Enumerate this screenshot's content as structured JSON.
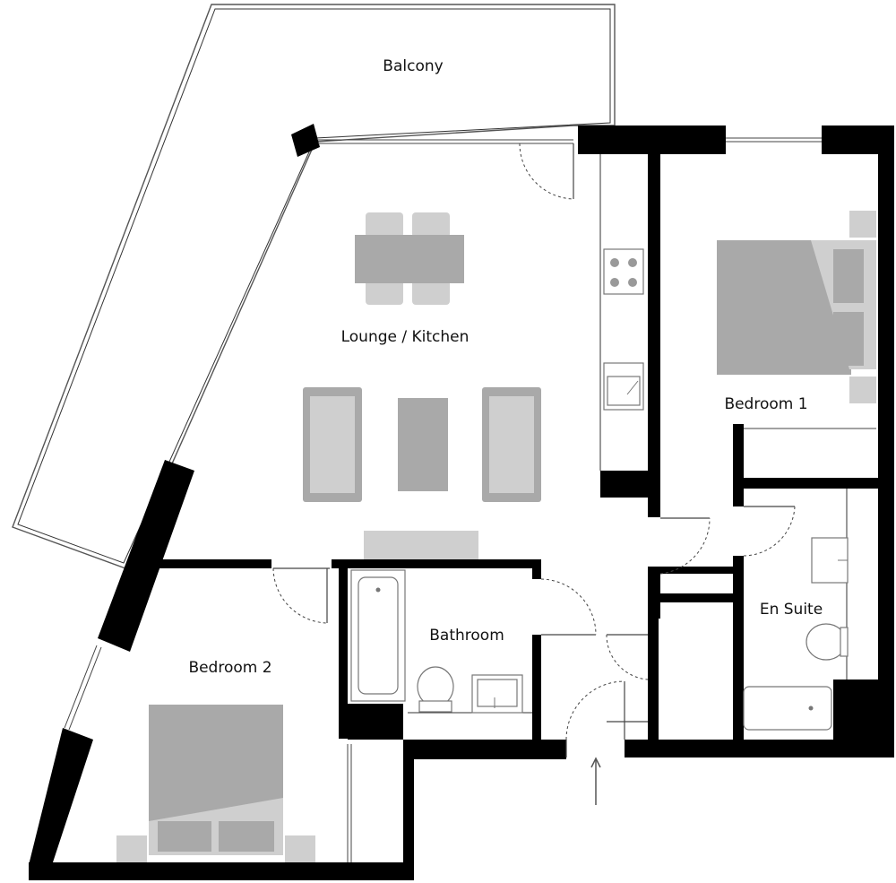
{
  "floor_plan": {
    "rooms": [
      {
        "id": "balcony",
        "label": "Balcony"
      },
      {
        "id": "lounge-kitchen",
        "label": "Lounge / Kitchen"
      },
      {
        "id": "bedroom-1",
        "label": "Bedroom 1"
      },
      {
        "id": "en-suite",
        "label": "En Suite"
      },
      {
        "id": "bathroom",
        "label": "Bathroom"
      },
      {
        "id": "bedroom-2",
        "label": "Bedroom 2"
      }
    ],
    "colors": {
      "walls": "#000000",
      "furniture_dark": "#a9a9a9",
      "furniture_light": "#cfcfcf",
      "background": "#ffffff"
    },
    "icons": [
      "entrance-arrow-icon",
      "hob-icon",
      "sink-icon",
      "toilet-icon",
      "bath-icon",
      "washbasin-icon",
      "bed-icon",
      "sofa-icon",
      "dining-table-icon"
    ]
  }
}
